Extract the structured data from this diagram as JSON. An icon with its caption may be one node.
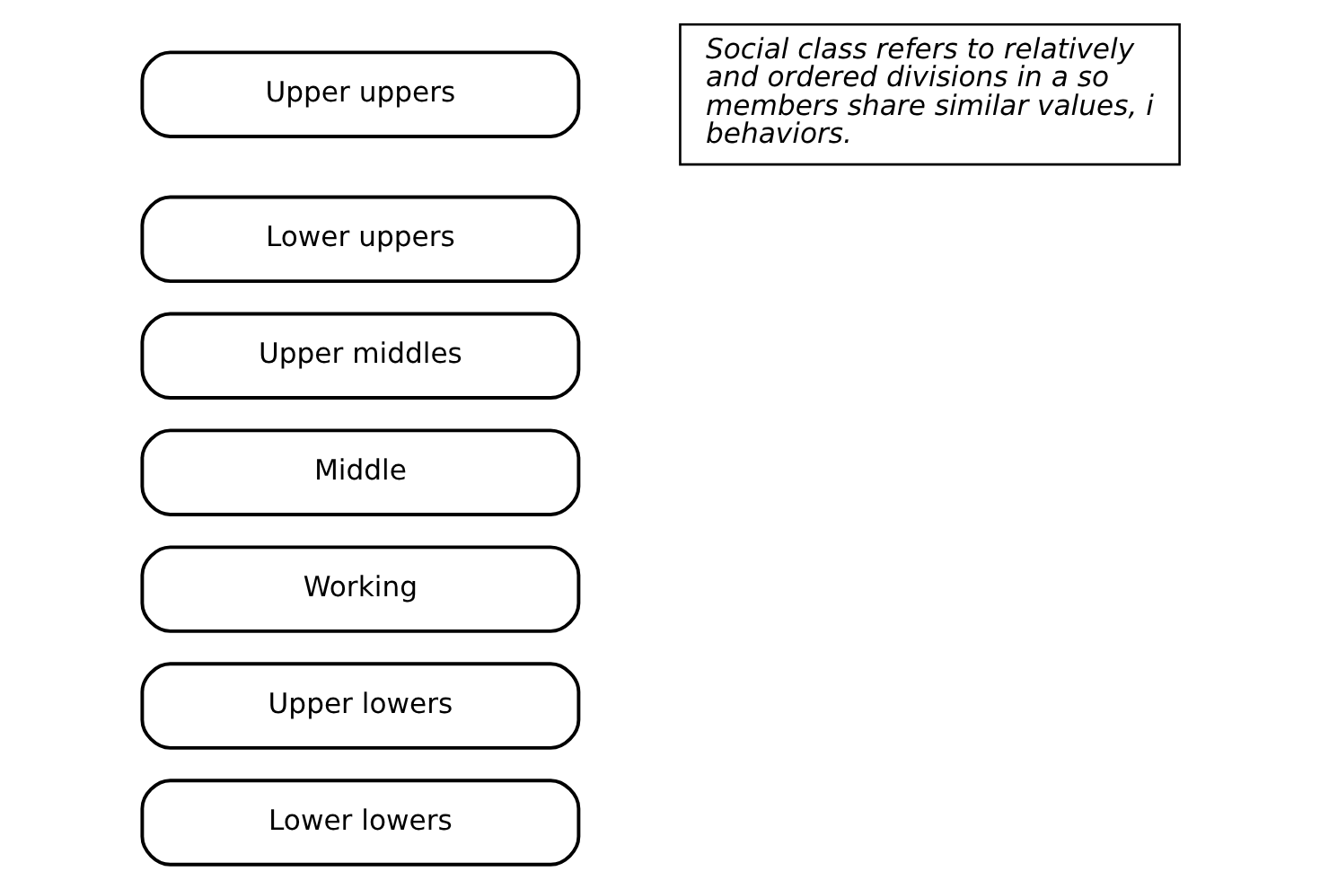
{
  "diagram": {
    "nodes": [
      {
        "text": [
          "Upper uppers"
        ]
      },
      {
        "text": [
          "Lower uppers"
        ]
      },
      {
        "text": [
          "Upper middles"
        ]
      },
      {
        "text": [
          "Middle"
        ]
      },
      {
        "text": [
          "Working"
        ]
      },
      {
        "text": [
          "Upper lowers"
        ]
      },
      {
        "text": [
          "Lower lowers"
        ]
      },
      {
        "text": [
          "Social class refers to relatively and ordered divisions in a so members share similar values, i behaviors."
        ]
      }
    ],
    "edges": []
  }
}
